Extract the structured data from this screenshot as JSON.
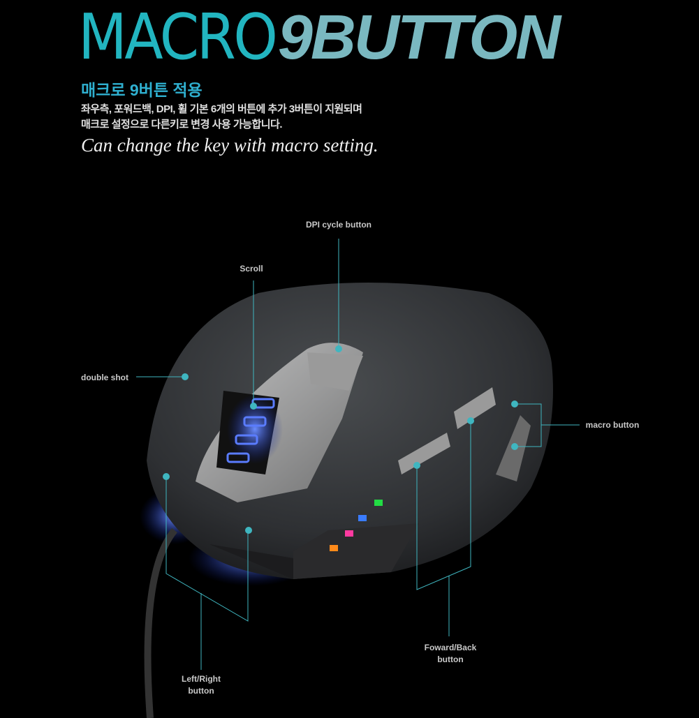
{
  "header": {
    "title_thin": "MACRO",
    "title_bold": "9BUTTON",
    "subtitle_kr": "매크로 9버튼 적용",
    "body_kr_line1": "좌우측, 포워드백, DPI, 휠 기본 6개의 버튼에 추가 3버튼이 지원되며",
    "body_kr_line2": "매크로 설정으로 다른키로 변경 사용 가능합니다.",
    "tagline": "Can change the key with macro setting."
  },
  "callouts": {
    "dpi": "DPI cycle button",
    "scroll": "Scroll",
    "double_shot": "double shot",
    "macro": "macro button",
    "left_right_1": "Left/Right",
    "left_right_2": "button",
    "forward_back_1": "Foward/Back",
    "forward_back_2": "button"
  },
  "colors": {
    "accent": "#22b5c0",
    "callout_line": "#3fb6c0"
  }
}
